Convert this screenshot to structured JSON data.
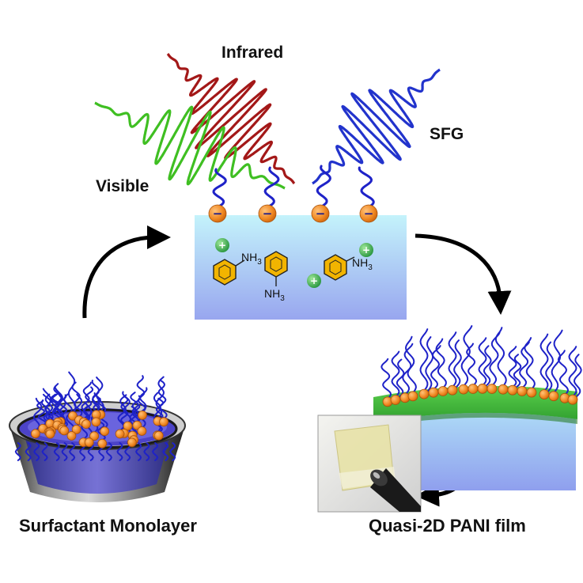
{
  "labels": {
    "infrared": "Infrared",
    "sfg": "SFG",
    "visible": "Visible",
    "surfactant_monolayer": "Surfactant Monolayer",
    "pani_film": "Quasi-2D PANI film"
  },
  "chem": {
    "amine": "NH",
    "amine_sub": "3",
    "plus": "+",
    "minus": "−"
  },
  "colors": {
    "infrared_beam": "#a31818",
    "visible_beam": "#3fbf22",
    "sfg_beam": "#2233cc",
    "surfactant_tail": "#1e22c8",
    "headgroup": "#e87a20",
    "water_top": "#bff2fb",
    "water_bottom": "#9aa8f0",
    "pani_film": "#3fb33a",
    "cation": "#2fa84a",
    "benzene_ring": "#f2b400"
  }
}
